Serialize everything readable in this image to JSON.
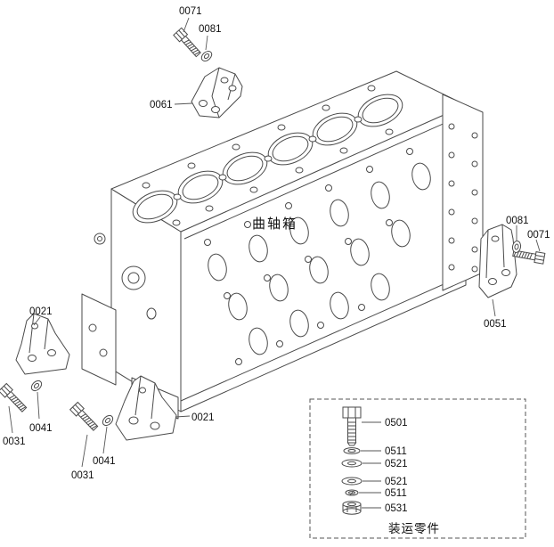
{
  "figure": {
    "block_label": "曲轴箱",
    "callouts": {
      "top_bolt": "0071",
      "top_washer": "0081",
      "top_bracket": "0061",
      "left_bracket": "0021",
      "left_washer": "0041",
      "left_bolt": "0031",
      "mid_bracket": "0021",
      "mid_washer": "0041",
      "mid_bolt": "0031",
      "right_washer": "0081",
      "right_bolt": "0071",
      "right_bracket": "0051"
    },
    "shipping": {
      "caption": "装运零件",
      "items": [
        "0501",
        "0511",
        "0521",
        "0521",
        "0511",
        "0531"
      ]
    }
  }
}
